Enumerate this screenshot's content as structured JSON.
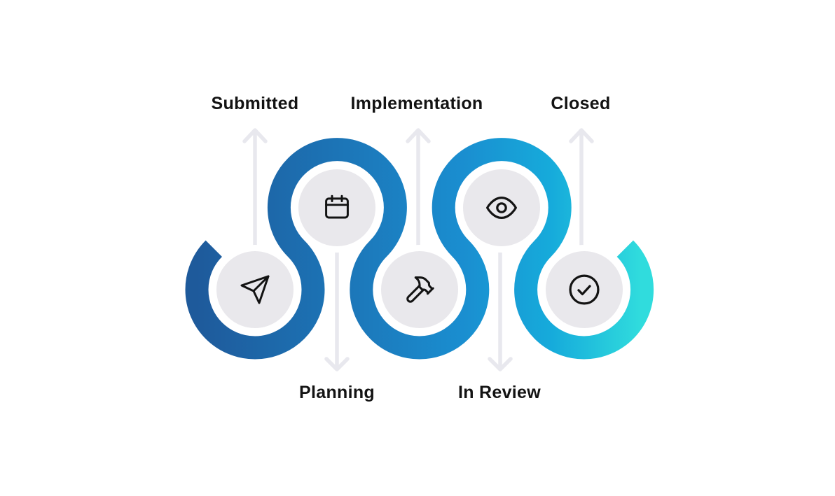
{
  "diagram": {
    "type": "process-flow-snake-timeline",
    "stages": [
      {
        "id": "submitted",
        "label": "Submitted",
        "icon": "send-icon",
        "label_position": "top",
        "arrow_direction": "up"
      },
      {
        "id": "planning",
        "label": "Planning",
        "icon": "calendar-icon",
        "label_position": "bottom",
        "arrow_direction": "down"
      },
      {
        "id": "implementation",
        "label": "Implementation",
        "icon": "hammer-icon",
        "label_position": "top",
        "arrow_direction": "up"
      },
      {
        "id": "in-review",
        "label": "In Review",
        "icon": "eye-icon",
        "label_position": "bottom",
        "arrow_direction": "down"
      },
      {
        "id": "closed",
        "label": "Closed",
        "icon": "check-circle-icon",
        "label_position": "top",
        "arrow_direction": "up"
      }
    ],
    "colors": {
      "gradient_stops": [
        "#1e5a9b",
        "#1c77b9",
        "#1a8ed0",
        "#16abdb",
        "#30dcdd"
      ],
      "node_fill": "#e9e8ec",
      "node_border": "#ffffff",
      "arrow": "#e8e8ee",
      "icon": "#131313",
      "label": "#131313",
      "background": "#ffffff"
    }
  }
}
